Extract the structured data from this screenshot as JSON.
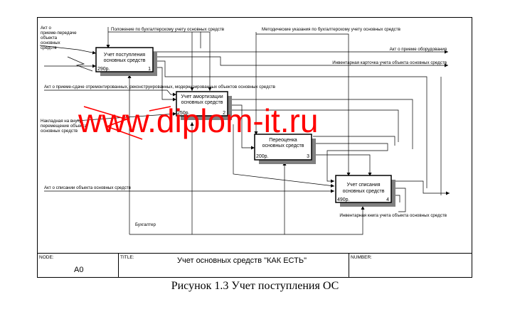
{
  "frame": {
    "node_label": "NODE:",
    "node_value": "A0",
    "title_label": "TITLE:",
    "title_value": "Учет  основных  средств \"КАК ЕСТЬ\"",
    "number_label": "NUMBER:"
  },
  "boxes": [
    {
      "title_l1": "Учет поступления",
      "title_l2": "основных средств",
      "cost": "290р.",
      "num": "1"
    },
    {
      "title_l1": "Учет амортизации",
      "title_l2": "основных средств",
      "cost": "250р.",
      "num": "2"
    },
    {
      "title_l1": "Переоценка",
      "title_l2": "основных средств",
      "cost": "200р.",
      "num": "3"
    },
    {
      "title_l1": "Учет списания",
      "title_l2": "основных средств",
      "cost": "490р.",
      "num": "4"
    }
  ],
  "labels": {
    "in1_l1": "Акт о",
    "in1_l2": "приеме-передаче",
    "in1_l3": "объекта",
    "in1_l4": "основных",
    "in1_l5": "средств",
    "ctrl1": "Положение по бухгалтерскому учету основных средств",
    "ctrl2": "Методические указания по бухгалтерскому учету основных средств",
    "out1": "Акт о приеме оборудования",
    "out2": "Инвентарная карточка учета объекта основных средств",
    "in2": "Акт о приеме-сдаче отремонтированных, реконструированных, модернизированных объектов основных средств",
    "in3_l1": "Накладная на внутр",
    "in3_l2": "перемещение объекта",
    "in3_l3": "основных средств",
    "in4": "Акт о списании объекта основных средств",
    "out3": "Инвентарная книга учета объекта основных средств",
    "mech": "Бухгалтер"
  },
  "watermark": "www.diplom-it.ru",
  "caption": "Рисунок 1.3 Учет поступления ОС"
}
